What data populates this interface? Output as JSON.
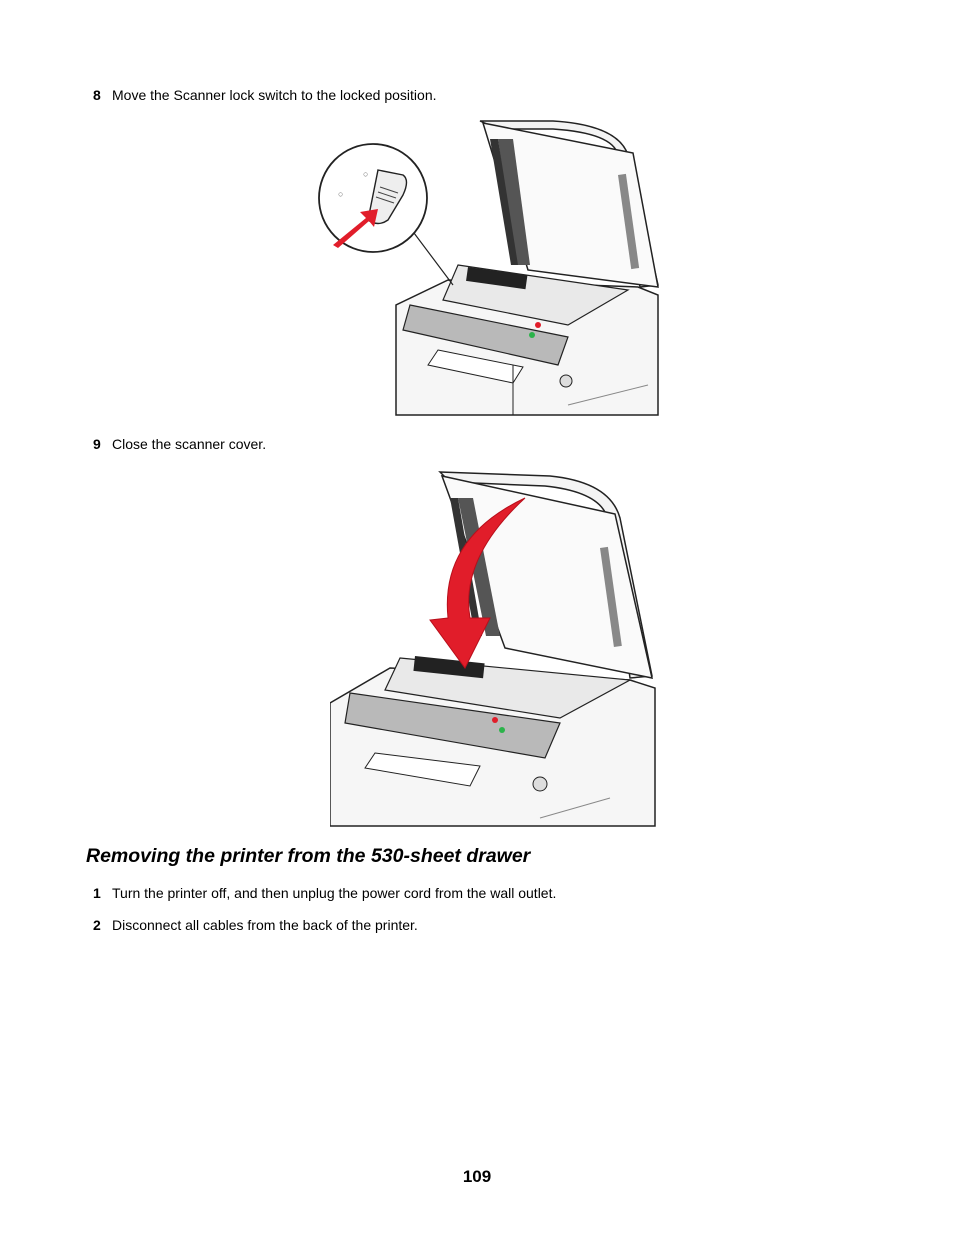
{
  "steps_top": [
    {
      "number": "8",
      "text": "Move the Scanner lock switch to the locked position."
    },
    {
      "number": "9",
      "text": "Close the scanner cover."
    }
  ],
  "section": {
    "title": "Removing the printer from the 530-sheet drawer",
    "steps": [
      {
        "number": "1",
        "text": "Turn the printer off, and then unplug the power cord from the wall outlet."
      },
      {
        "number": "2",
        "text": "Disconnect all cables from the back of the printer."
      }
    ]
  },
  "page_number": "109",
  "colors": {
    "arrow_red": "#e11d2a",
    "outline": "#222222",
    "panel_gray": "#b9b9b9"
  },
  "figures": [
    {
      "icon": "scanner-lock-switch-illustration"
    },
    {
      "icon": "close-scanner-cover-illustration"
    }
  ]
}
